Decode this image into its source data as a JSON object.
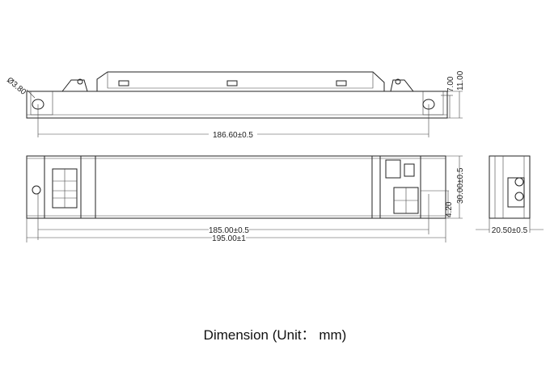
{
  "drawing": {
    "top_view": {
      "hole_diameter": "Ø3.80",
      "hole_spacing": "186.60±0.5",
      "height_inner": "7.00",
      "height_total": "11.00"
    },
    "front_view": {
      "length_inner": "185.00±0.5",
      "length_total": "195.00±1",
      "width": "30.00±0.5",
      "offset": "4.20"
    },
    "side_view": {
      "height": "20.50±0.5"
    }
  },
  "caption": "Dimension (Unit： mm)"
}
